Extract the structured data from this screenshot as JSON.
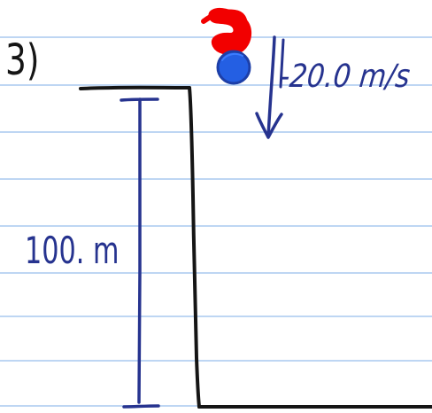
{
  "problem": {
    "number_label": "3)",
    "velocity_label": "-20.0 m/s",
    "height_label": "100. m"
  },
  "colors": {
    "paper": "#ffffff",
    "ruled_line": "#a9c9ef",
    "black_ink": "#151515",
    "blue_ink": "#26338f",
    "red_ink": "#f20000",
    "ball_blue": "#245fe3"
  },
  "icons": {
    "ball": "ball-icon",
    "hat": "hat-icon",
    "arrow": "down-arrow-icon"
  }
}
